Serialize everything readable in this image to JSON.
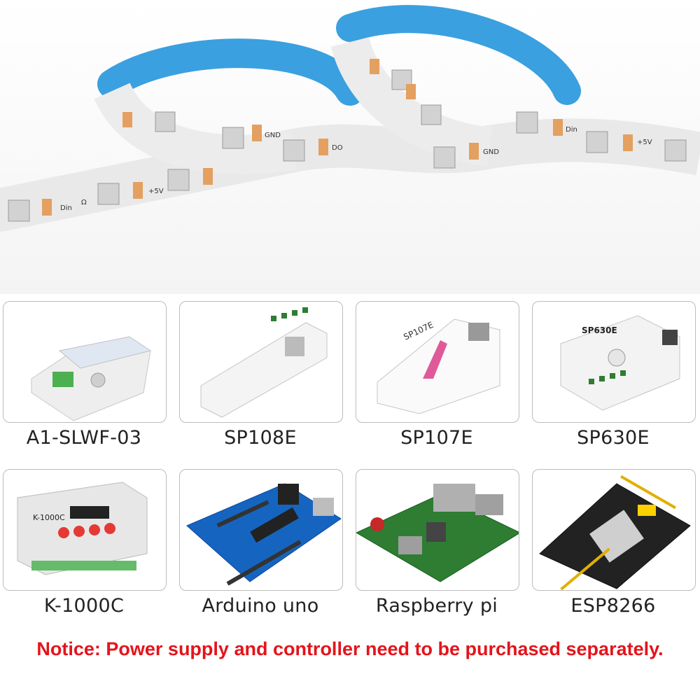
{
  "hero": {
    "strip_markings": [
      "+5V",
      "DO",
      "Din",
      "GND",
      "Ω"
    ]
  },
  "products": [
    {
      "label": "A1-SLWF-03",
      "icon": "wifi-controller-icon"
    },
    {
      "label": "SP108E",
      "icon": "led-controller-icon"
    },
    {
      "label": "SP107E",
      "icon": "music-controller-icon",
      "device_text": "SP107E"
    },
    {
      "label": "SP630E",
      "icon": "bluetooth-controller-icon",
      "device_text": "SP630E"
    },
    {
      "label": "K-1000C",
      "icon": "sd-card-controller-icon",
      "device_text": "K-1000C"
    },
    {
      "label": "Arduino uno",
      "icon": "arduino-board-icon"
    },
    {
      "label": "Raspberry pi",
      "icon": "raspberry-pi-board-icon"
    },
    {
      "label": "ESP8266",
      "icon": "esp8266-board-icon"
    }
  ],
  "notice": "Notice: Power supply and controller need to be purchased separately.",
  "colors": {
    "notice": "#e4141b",
    "strip_back": "#3aa0e0",
    "card_border": "#bcbcbc"
  }
}
